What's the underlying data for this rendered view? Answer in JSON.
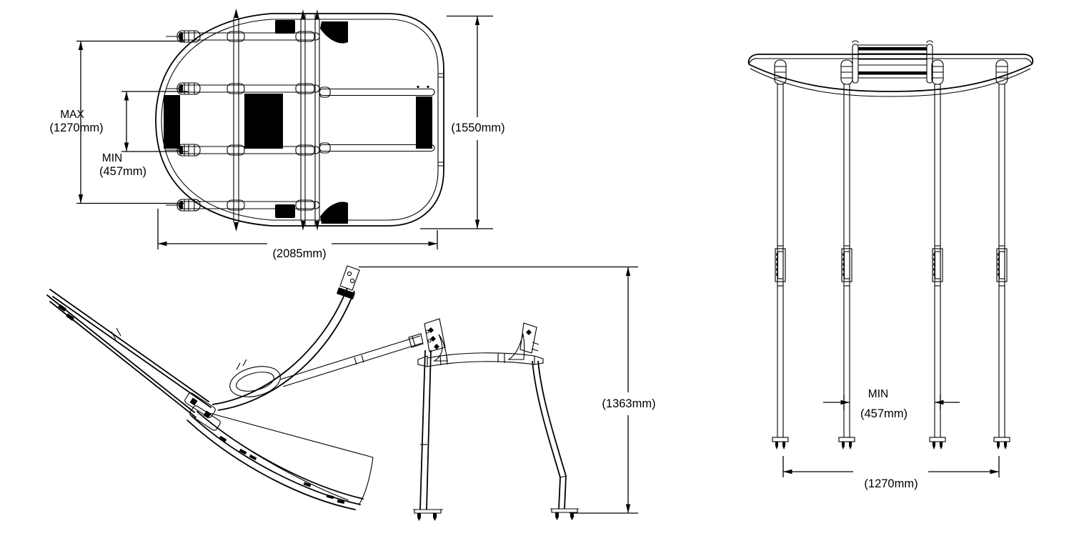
{
  "colors": {
    "line": "#000000",
    "background": "#ffffff"
  },
  "views": {
    "top": {
      "dim_max_label": "MAX",
      "dim_max_value": "(1270mm)",
      "dim_min_label": "MIN",
      "dim_min_value": "(457mm)",
      "dim_width": "(1550mm)",
      "dim_length": "(2085mm)"
    },
    "side": {
      "dim_height": "(1363mm)"
    },
    "front": {
      "dim_min_label": "MIN",
      "dim_min_value": "(457mm)",
      "dim_width": "(1270mm)"
    }
  }
}
